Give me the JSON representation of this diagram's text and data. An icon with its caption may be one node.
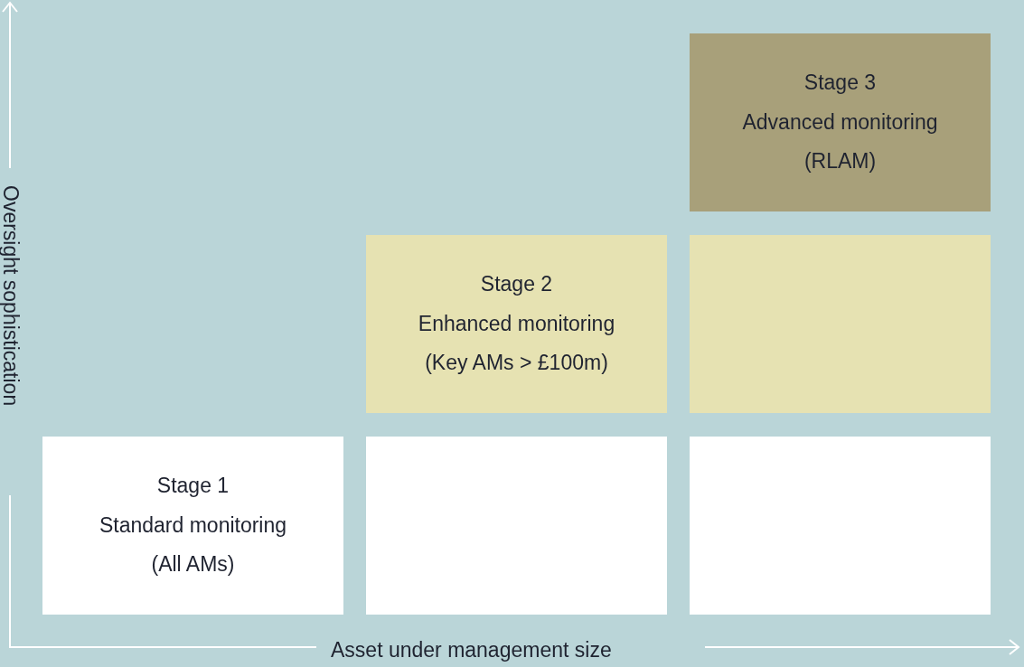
{
  "diagram": {
    "nodes": [
      {
        "text": [
          "Stage 3",
          "Advanced monitoring",
          "(RLAM)"
        ]
      },
      {
        "text": [
          "Stage 2",
          "Enhanced monitoring",
          "(Key AMs > £100m)"
        ]
      },
      {
        "text": [],
        "shape": "box"
      },
      {
        "text": [
          "Stage 1",
          "Standard monitoring",
          "(All AMs)"
        ]
      },
      {
        "text": [],
        "shape": "box"
      },
      {
        "text": [],
        "shape": "box"
      }
    ],
    "labels": [
      "Oversight sophistication",
      "Asset under management size"
    ]
  }
}
